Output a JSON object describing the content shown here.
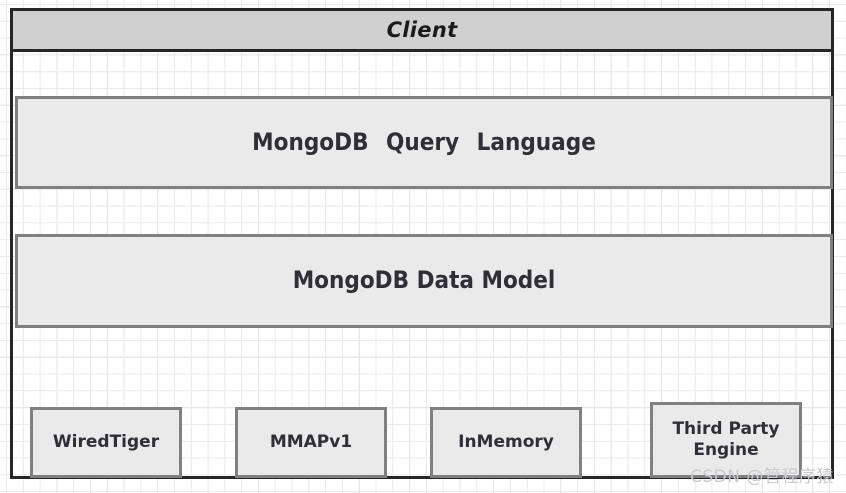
{
  "diagram": {
    "container": {
      "title": "Client"
    },
    "layers": [
      {
        "id": "mongodb-query-language",
        "label": "MongoDB Query Language"
      },
      {
        "id": "mongodb-data-model",
        "label": "MongoDB Data Model"
      }
    ],
    "storage_engines": [
      {
        "id": "wiredtiger",
        "label": "WiredTiger"
      },
      {
        "id": "mmapv1",
        "label": "MMAPv1"
      },
      {
        "id": "inmemory",
        "label": "InMemory"
      },
      {
        "id": "third-party-engine",
        "label": "Third Party Engine"
      }
    ],
    "watermark": "CSDN @管程序猿",
    "colors": {
      "container_border": "#262626",
      "header_fill": "#d0d0d0",
      "box_fill": "#eaeaea",
      "box_border": "#808080",
      "text": "#2f2f35",
      "grid_minor": "#e9e9ec",
      "grid_major": "#dcdce0",
      "watermark": "#c9c9cf"
    }
  }
}
